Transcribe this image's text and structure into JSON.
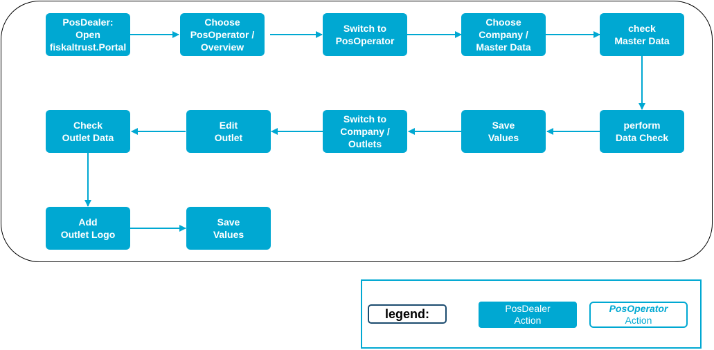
{
  "nodes": [
    {
      "id": "n1",
      "label": "PosDealer:\nOpen\nfiskaltrust.Portal"
    },
    {
      "id": "n2",
      "label": "Choose\nPosOperator /\nOverview"
    },
    {
      "id": "n3",
      "label": "Switch to\nPosOperator"
    },
    {
      "id": "n4",
      "label": "Choose\nCompany /\nMaster Data"
    },
    {
      "id": "n5",
      "label": "check\nMaster Data"
    },
    {
      "id": "n6",
      "label": "perform\nData Check"
    },
    {
      "id": "n7",
      "label": "Save\nValues"
    },
    {
      "id": "n8",
      "label": "Switch to\nCompany /\nOutlets"
    },
    {
      "id": "n9",
      "label": "Edit\nOutlet"
    },
    {
      "id": "n10",
      "label": "Check\nOutlet Data"
    },
    {
      "id": "n11",
      "label": "Add\nOutlet Logo"
    },
    {
      "id": "n12",
      "label": "Save\nValues"
    }
  ],
  "edges": [
    [
      "n1",
      "n2"
    ],
    [
      "n2",
      "n3"
    ],
    [
      "n3",
      "n4"
    ],
    [
      "n4",
      "n5"
    ],
    [
      "n5",
      "n6"
    ],
    [
      "n6",
      "n7"
    ],
    [
      "n7",
      "n8"
    ],
    [
      "n8",
      "n9"
    ],
    [
      "n9",
      "n10"
    ],
    [
      "n10",
      "n11"
    ],
    [
      "n11",
      "n12"
    ]
  ],
  "legend": {
    "title": "legend:",
    "dealer_line1": "PosDealer",
    "dealer_line2": "Action",
    "operator_line1": "PosOperator",
    "operator_line2": "Action"
  },
  "colors": {
    "dealer_action": "#00a8d2",
    "arrow": "#00a8d2"
  }
}
